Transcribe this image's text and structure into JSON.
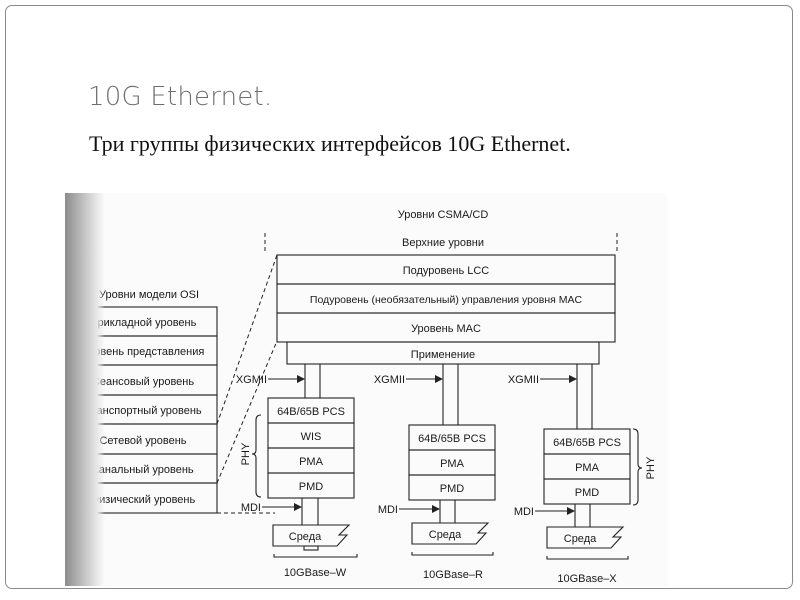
{
  "slide": {
    "title": "10G Ethernet.",
    "subtitle": "Три группы физических интерфейсов 10G Ethernet."
  },
  "diagram": {
    "osi": {
      "heading": "Уровни модели OSI",
      "layers": [
        "Прикладной уровень",
        "Уровень представления",
        "Сеансовый уровень",
        "Транспортный уровень",
        "Сетевой уровень",
        "Канальный уровень",
        "Физический уровень"
      ]
    },
    "csma": {
      "heading": "Уровни CSMA/CD",
      "upper": "Верхние уровни",
      "stack": [
        "Подуровень LCC",
        "Подуровень (необязательный) управления уровня MAC",
        "Уровень MAC"
      ],
      "reconciliation": "Применение"
    },
    "phy_label": "PHY",
    "xgmii_label": "XGMII",
    "mdi_label": "MDI",
    "medium_label": "Среда",
    "variants": [
      {
        "name": "10GBase–W",
        "layers": [
          "64B/65B PCS",
          "WIS",
          "PMA",
          "PMD"
        ]
      },
      {
        "name": "10GBase–R",
        "layers": [
          "64B/65B PCS",
          "PMA",
          "PMD"
        ]
      },
      {
        "name": "10GBase–X",
        "layers": [
          "64B/65B PCS",
          "PMA",
          "PMD"
        ]
      }
    ]
  }
}
